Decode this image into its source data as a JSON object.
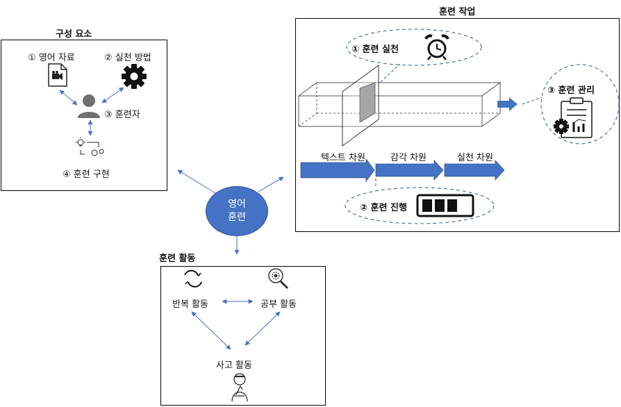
{
  "center": {
    "line1": "영어",
    "line2": "훈련"
  },
  "components": {
    "title": "구성 요소",
    "material": "① 영어 자료",
    "method": "② 실천 방법",
    "trainee": "③ 훈련자",
    "implementation": "④ 훈련 구현"
  },
  "tasks": {
    "title": "훈련 작업",
    "practice": "① 훈련 실천",
    "progress": "② 훈련 진행",
    "management": "③ 훈련 관리",
    "stages": [
      "텍스트 차원",
      "감각 차원",
      "실천 차원"
    ]
  },
  "activities": {
    "title": "훈련 활동",
    "repeat": "반복 활동",
    "study": "공부 활동",
    "think": "사고 활동"
  },
  "icons": [
    "document-video-icon",
    "gear-icon",
    "person-icon",
    "idea-process-icon",
    "alarm-clock-icon",
    "battery-icon",
    "clipboard-chart-icon",
    "refresh-icon",
    "magnifier-gear-icon",
    "thinking-person-icon"
  ],
  "colors": {
    "accent": "#4472c4",
    "dashed": "#2f5597",
    "arrow": "#4472c4"
  }
}
